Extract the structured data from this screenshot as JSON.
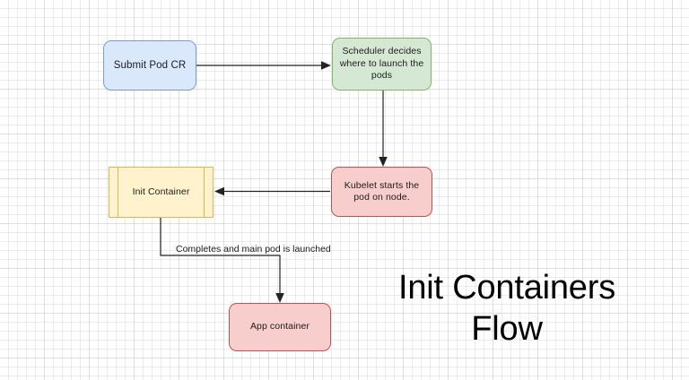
{
  "diagram": {
    "title": "Init Containers\nFlow",
    "background": "grid-canvas",
    "nodes": [
      {
        "id": "submit-pod-cr",
        "label": "Submit Pod CR",
        "shape": "rounded-rectangle",
        "fill": "#dae8fc",
        "stroke": "#7a9cc6"
      },
      {
        "id": "scheduler",
        "label": "Scheduler decides where to launch the pods",
        "shape": "rounded-rectangle",
        "fill": "#d5e8d4",
        "stroke": "#85b367"
      },
      {
        "id": "kubelet",
        "label": "Kubelet starts the pod on node.",
        "shape": "rounded-rectangle",
        "fill": "#f8cecc",
        "stroke": "#b85450"
      },
      {
        "id": "init-container",
        "label": "Init Container",
        "shape": "subprocess-rectangle",
        "fill": "#fff2cc",
        "stroke": "#d6b656"
      },
      {
        "id": "app-container",
        "label": "App container",
        "shape": "rounded-rectangle",
        "fill": "#f8cecc",
        "stroke": "#b85450"
      }
    ],
    "edges": [
      {
        "id": "submit-to-scheduler",
        "from": "submit-pod-cr",
        "to": "scheduler",
        "label": ""
      },
      {
        "id": "scheduler-to-kubelet",
        "from": "scheduler",
        "to": "kubelet",
        "label": ""
      },
      {
        "id": "kubelet-to-init",
        "from": "kubelet",
        "to": "init-container",
        "label": ""
      },
      {
        "id": "init-to-app",
        "from": "init-container",
        "to": "app-container",
        "label": "Completes and main pod is launched"
      }
    ]
  }
}
